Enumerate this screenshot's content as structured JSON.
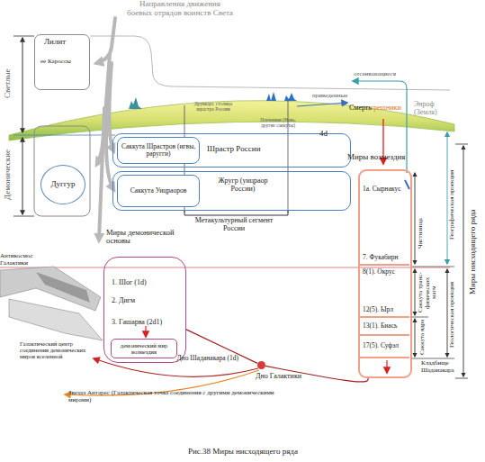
{
  "diagram": {
    "caption": "Рис.38 Миры нисходящего ряда",
    "nodes": [
      {
        "text": [
          "Лилит",
          "ее Кароссы"
        ]
      },
      {
        "text": [
          "Дуггур"
        ]
      },
      {
        "text": [
          "Шрастр России"
        ]
      },
      {
        "text": [
          "Саккута Шрастров (игвы, раругги)"
        ],
        "in": 2
      },
      {
        "text": [
          "Жругр (уицраор России)"
        ]
      },
      {
        "text": [
          "Саккута Уицраоров"
        ],
        "in": 4
      },
      {
        "text": [
          "Миры возмездия"
        ]
      },
      {
        "text": [
          "1а. Сырнакус",
          "7. Фукабирн"
        ],
        "in": 6
      },
      {
        "text": [
          "8(1). Окрус",
          "12(5). Ырл"
        ],
        "in": 6
      },
      {
        "text": [
          "13(1). Биась"
        ],
        "in": 6
      },
      {
        "text": [
          "17(5). Суфэл"
        ],
        "in": 6
      },
      {
        "text": [
          "Миры демонической основы",
          "1. Шог (1d)",
          "2. Дигм",
          "3. Гашарва (2d1)"
        ]
      },
      {
        "text": [
          "демонический мир возмездия"
        ],
        "in": 11
      },
      {
        "text": [
          "Дно Галактики"
        ]
      }
    ],
    "edges": [
      {
        "from": 11,
        "to": 13,
        "label": "Дно Шаданакара (1d)",
        "arrow": "none"
      },
      {
        "from": 6,
        "to": 13,
        "arrow": "none"
      }
    ],
    "labels": [
      "Направления движения боевых отрядов воинств Света",
      "Светлые",
      "Демонические",
      "Друккарг, столица шрастра России",
      "Пленники (Навь, другие саккуты)",
      "4d",
      "отсеивающиеся",
      "приведенные",
      "Смерть",
      "грешники",
      "Энроф (Земля)",
      "Метакультурный сегмент России",
      "Чистилища",
      "Саккута транс-физических магм",
      "Саккута ядра",
      "Кладбище Шаданакара",
      "Географическая проекция",
      "Геологическая проекция",
      "Миры нисходящего ряда",
      "Антикосмос Галактики",
      "Галактический центр соединения демонических миров вселенной",
      "Звезда Антарес (Галактическая точка соединения с другими демоническими мирами)"
    ]
  }
}
